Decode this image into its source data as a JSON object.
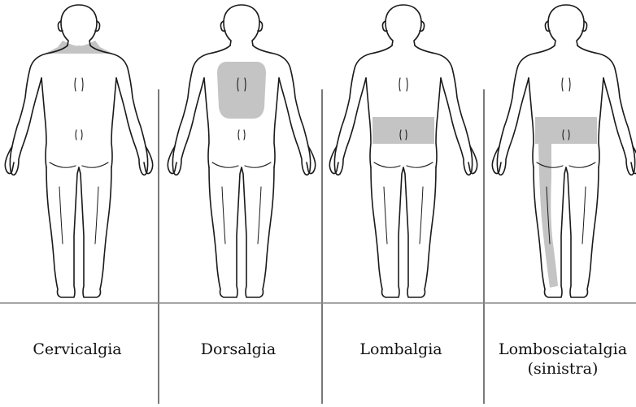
{
  "panels": [
    {
      "label": "Cervicalgia",
      "sublabel": "",
      "highlight": "neck"
    },
    {
      "label": "Dorsalgia",
      "sublabel": "",
      "highlight": "upper-back"
    },
    {
      "label": "Lombalgia",
      "sublabel": "",
      "highlight": "lower-back"
    },
    {
      "label": "Lombosciatalgia",
      "sublabel": "(sinistra)",
      "highlight": "lower-back-left-leg"
    }
  ],
  "colors": {
    "outline": "#1a1a1a",
    "highlight": "#c4c4c4",
    "divider": "#333333",
    "baseline": "#888888"
  }
}
